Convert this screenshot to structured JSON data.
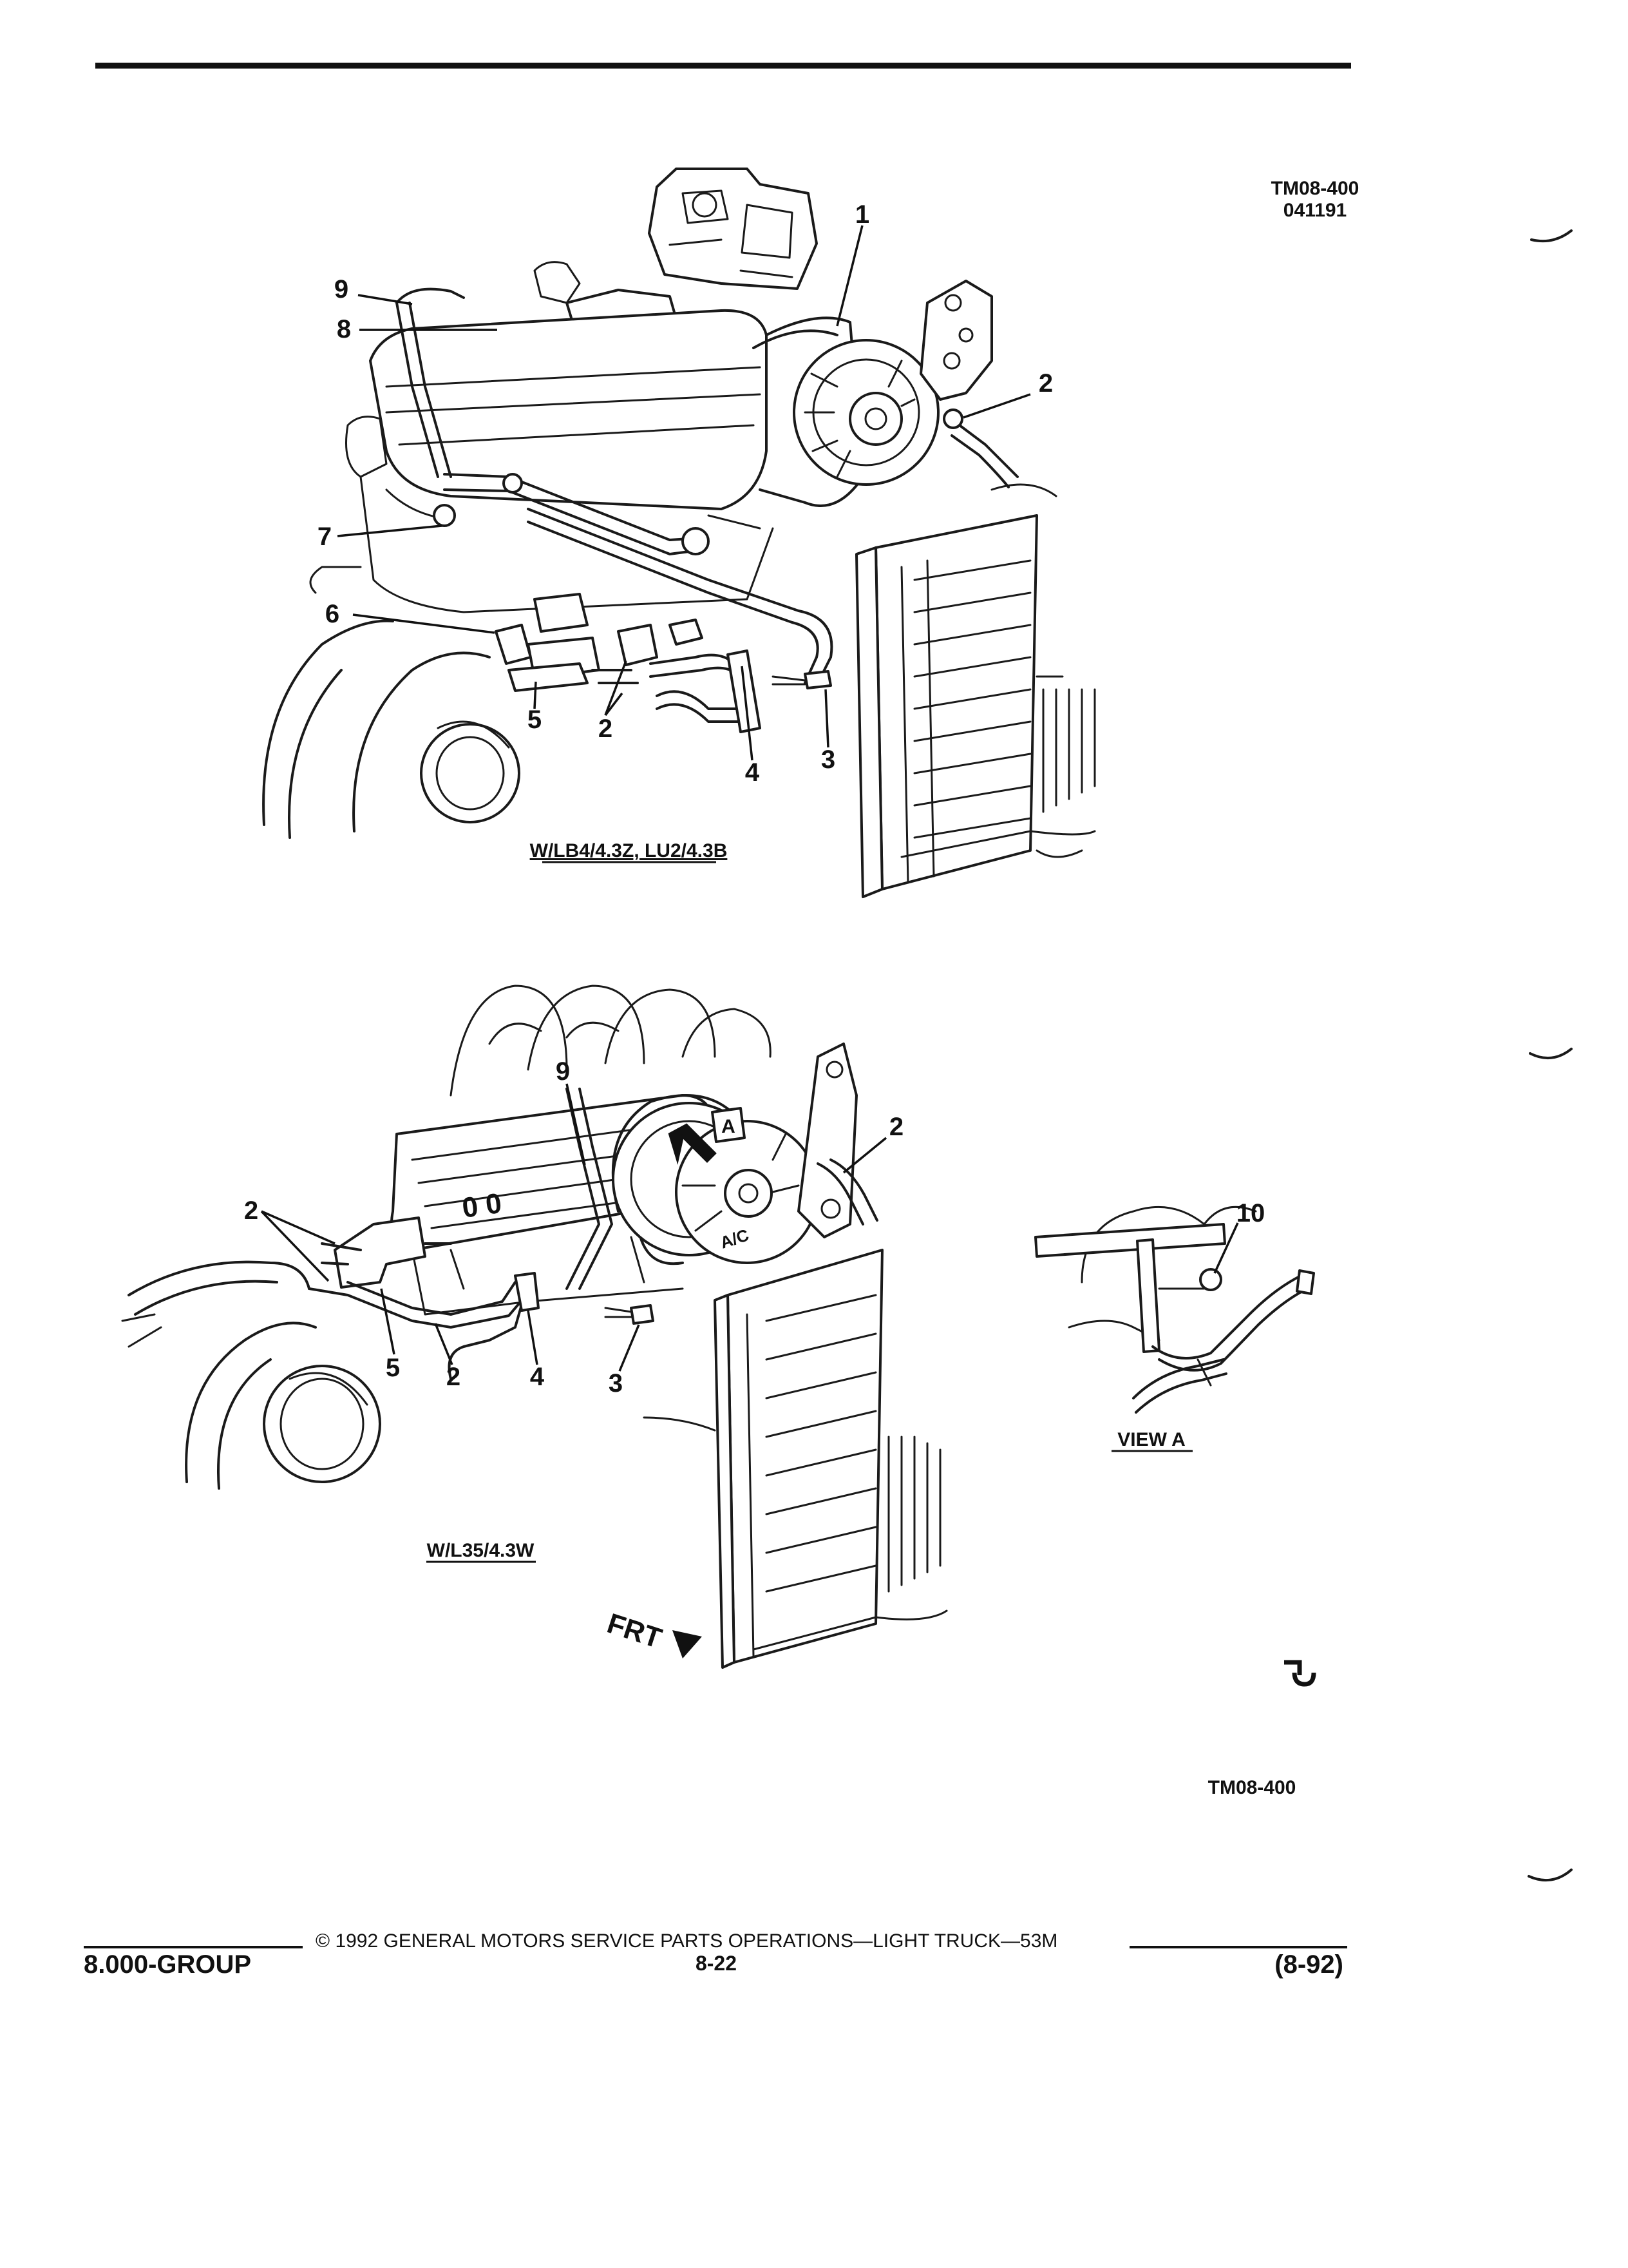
{
  "header": {
    "figure_id": "TM08-400",
    "figure_date": "041191"
  },
  "top_view": {
    "caption": "W/LB4/4.3Z, LU2/4.3B",
    "callouts": [
      "1",
      "2",
      "3",
      "4",
      "5",
      "2",
      "6",
      "7",
      "8",
      "9"
    ]
  },
  "bottom_view": {
    "caption": "W/L35/4.3W",
    "callouts": [
      "9",
      "2",
      "2",
      "5",
      "2",
      "4",
      "3"
    ],
    "front_label": "FRT",
    "view_marker": "A",
    "ac_label": "A/C"
  },
  "view_a": {
    "caption": "VIEW A",
    "callout": "10"
  },
  "footer_ref": "TM08-400",
  "footer": {
    "copyright": "© 1992 GENERAL MOTORS SERVICE PARTS OPERATIONS—LIGHT TRUCK—53M",
    "group": "8.000-GROUP",
    "page": "8-22",
    "revision": "(8-92)"
  }
}
